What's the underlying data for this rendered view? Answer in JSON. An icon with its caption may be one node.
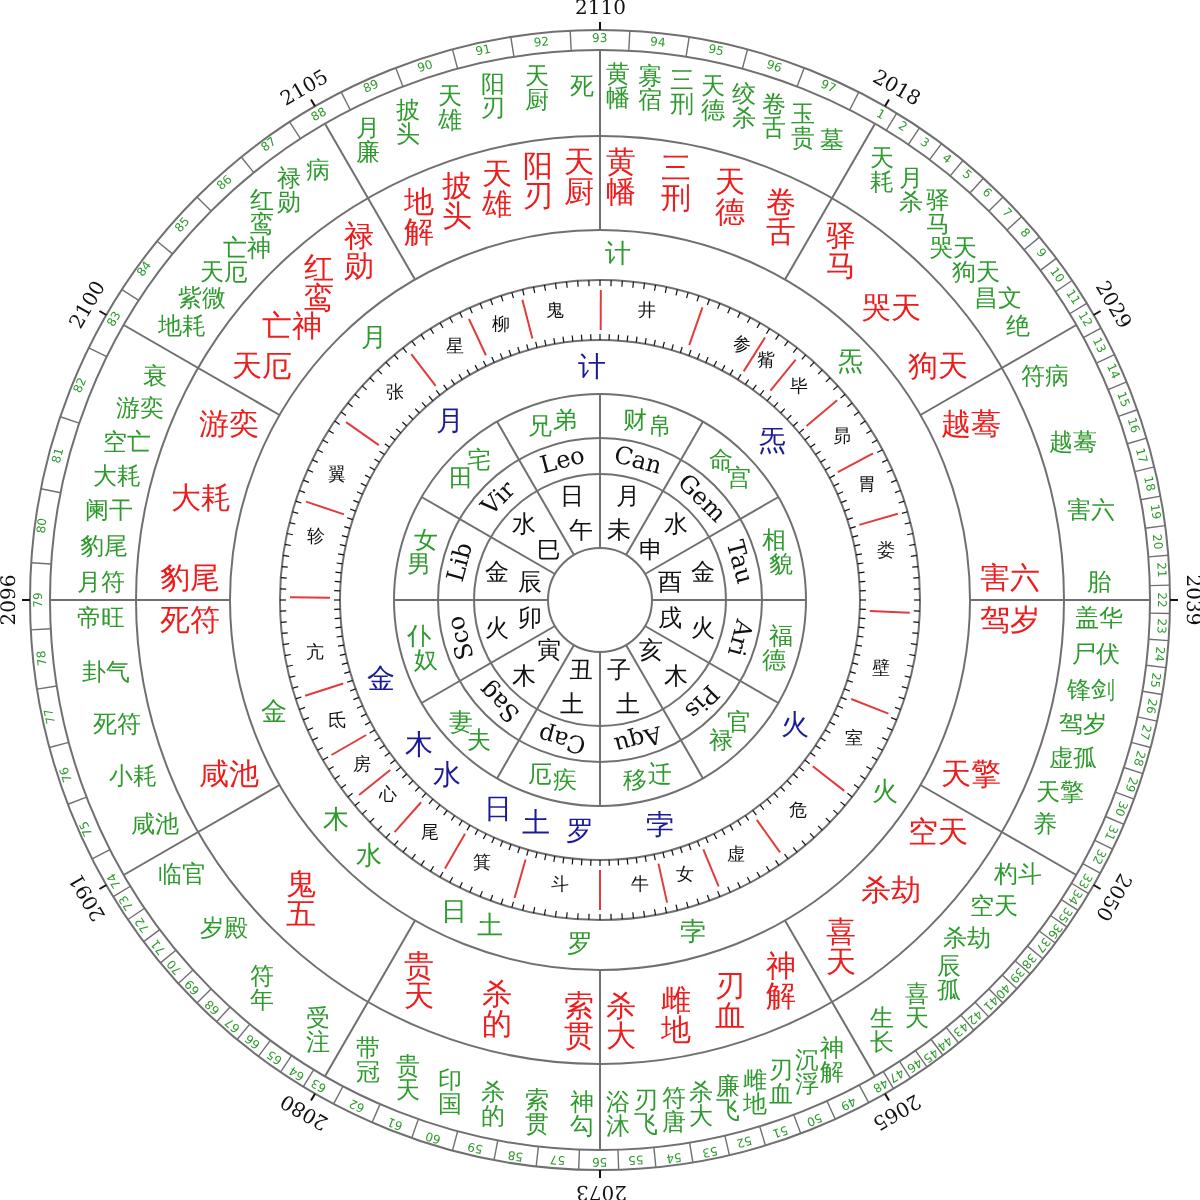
{
  "diagram": {
    "labels": [
      "2110",
      "2018",
      "2029",
      "2039",
      "2050",
      "2065",
      "2073",
      "2080",
      "2091",
      "2096",
      "2100",
      "2105",
      "1",
      "2",
      "3",
      "4",
      "5",
      "6",
      "7",
      "8",
      "9",
      "10",
      "11",
      "12",
      "13",
      "14",
      "15",
      "16",
      "17",
      "18",
      "19",
      "20",
      "21",
      "22",
      "23",
      "24",
      "25",
      "26",
      "27",
      "28",
      "29",
      "30",
      "31",
      "32",
      "33",
      "34",
      "35",
      "36",
      "37",
      "38",
      "39",
      "40",
      "41",
      "42",
      "43",
      "44",
      "45",
      "46",
      "47",
      "48",
      "49",
      "50",
      "51",
      "52",
      "53",
      "54",
      "55",
      "56",
      "57",
      "58",
      "59",
      "60",
      "61",
      "62",
      "63",
      "64",
      "65",
      "66",
      "67",
      "68",
      "69",
      "70",
      "71",
      "72",
      "73",
      "74",
      "75",
      "76",
      "77",
      "78",
      "79",
      "80",
      "81",
      "82",
      "83",
      "84",
      "85",
      "86",
      "87",
      "88",
      "89",
      "90",
      "91",
      "92",
      "93",
      "94",
      "95",
      "96",
      "97",
      "黄幡",
      "寡宿",
      "三刑",
      "天德",
      "绞杀",
      "卷舌",
      "玉贵",
      "墓",
      "天耗",
      "月杀",
      "驿马",
      "天哭",
      "天狗",
      "文昌",
      "绝",
      "病符",
      "蓦越",
      "六害",
      "胎",
      "华盖",
      "伏尸",
      "剑锋",
      "岁驾",
      "孤虚",
      "擎天",
      "养",
      "斗杓",
      "天空",
      "劫杀",
      "孤辰",
      "天喜",
      "长生",
      "解神",
      "浮沉",
      "血刃",
      "地雌",
      "飞廉",
      "大杀",
      "唐符",
      "飞刃",
      "沐浴",
      "勾神",
      "贯索",
      "的杀",
      "国印",
      "天贵",
      "冠带",
      "注受",
      "年符",
      "岁殿",
      "临官",
      "咸池",
      "小耗",
      "死符",
      "卦气",
      "帝旺",
      "月符",
      "豹尾",
      "阑干",
      "大耗",
      "空亡",
      "游奕",
      "衰",
      "地耗",
      "紫微",
      "天厄",
      "亡神",
      "红鸾",
      "禄勋",
      "病",
      "月廉",
      "披头",
      "天雄",
      "阳刃",
      "天厨",
      "死",
      "黄幡",
      "三刑",
      "天德",
      "卷舌",
      "驿马",
      "天哭",
      "天狗",
      "蓦越",
      "六害",
      "岁驾",
      "擎天",
      "天空",
      "劫杀",
      "天喜",
      "解神",
      "血刃",
      "地雌",
      "大杀",
      "贯索",
      "的杀",
      "天贵",
      "五鬼",
      "咸池",
      "死符",
      "豹尾",
      "大耗",
      "游奕",
      "天厄",
      "亡神",
      "红鸾",
      "禄勋",
      "地解",
      "披头",
      "天雄",
      "阳刃",
      "天厨",
      "计",
      "炁",
      "火",
      "孛",
      "罗",
      "土",
      "日",
      "水",
      "木",
      "金",
      "月",
      "井",
      "参",
      "觜",
      "毕",
      "昴",
      "胃",
      "娄",
      "壁",
      "室",
      "危",
      "虚",
      "女",
      "牛",
      "斗",
      "箕",
      "尾",
      "心",
      "房",
      "氐",
      "亢",
      "轸",
      "翼",
      "张",
      "星",
      "柳",
      "鬼",
      "计",
      "炁",
      "火",
      "孛",
      "罗",
      "土",
      "日",
      "水",
      "木",
      "金",
      "月",
      "财帛",
      "命宫",
      "相貌",
      "福德",
      "官禄",
      "迁移",
      "疾厄",
      "夫妻",
      "奴仆",
      "男女",
      "田宅",
      "兄弟",
      "Can",
      "Gem",
      "Tau",
      "Ari",
      "Pis",
      "Aqu",
      "Cap",
      "Sag",
      "Sco",
      "Lib",
      "Vir",
      "Leo",
      "月",
      "未",
      "水",
      "申",
      "金",
      "酉",
      "火",
      "戌",
      "木",
      "亥",
      "土",
      "子",
      "土",
      "丑",
      "木",
      "寅",
      "火",
      "卯",
      "金",
      "辰",
      "水",
      "巳",
      "日",
      "午"
    ]
  }
}
